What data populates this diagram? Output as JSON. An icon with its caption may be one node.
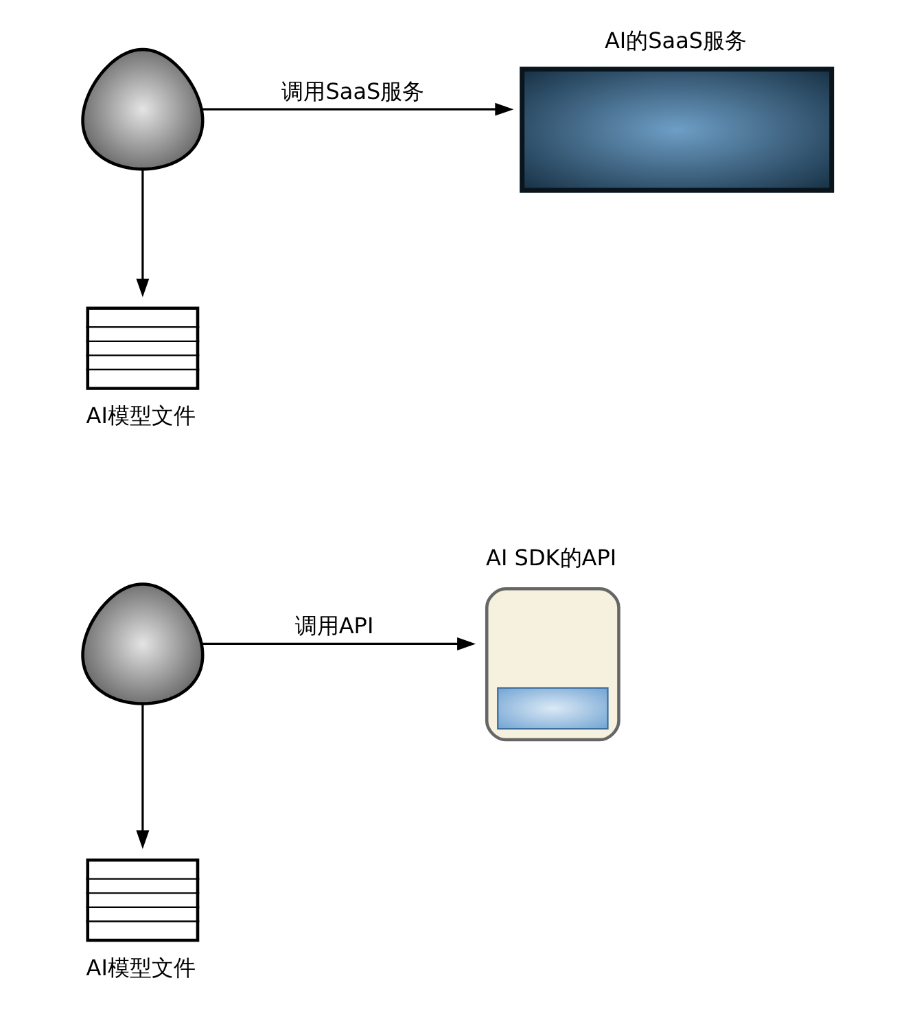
{
  "diagram": {
    "nodes": [
      {
        "text": [],
        "shape": "person"
      },
      {
        "text": [
          "AI的SaaS服务"
        ]
      },
      {
        "text": [
          "AI模型文件"
        ]
      },
      {
        "text": [],
        "shape": "person"
      },
      {
        "text": [
          "AI SDK的API"
        ]
      },
      {
        "text": [
          "AI模型文件"
        ]
      }
    ],
    "edges": [
      {
        "from": 0,
        "to": 1,
        "arrow": "to",
        "label": "调用SaaS服务"
      },
      {
        "from": 0,
        "to": 2,
        "arrow": "to"
      },
      {
        "from": 3,
        "to": 4,
        "arrow": "to",
        "label": "调用API"
      },
      {
        "from": 3,
        "to": 5,
        "arrow": "to"
      }
    ]
  }
}
